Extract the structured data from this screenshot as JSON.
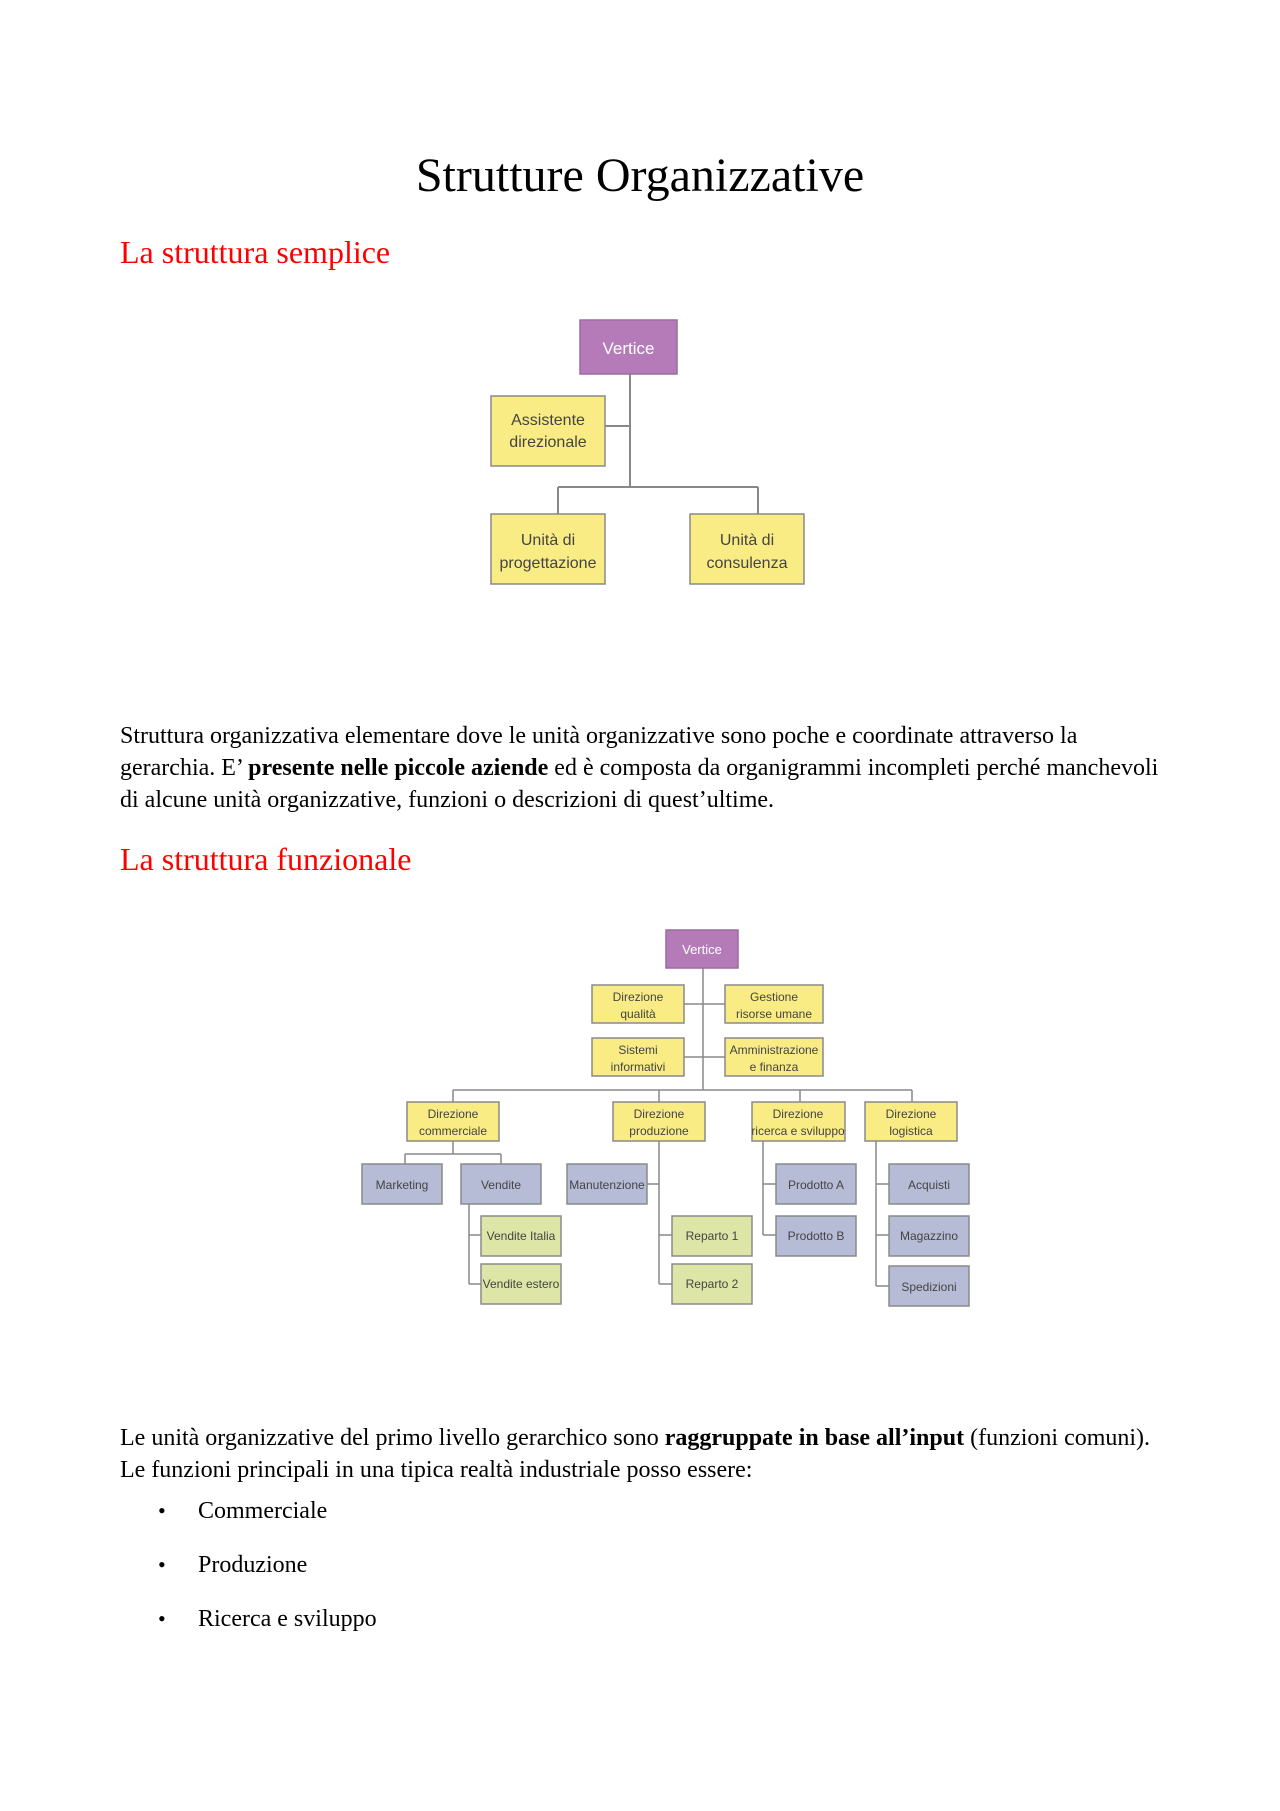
{
  "page": {
    "title": "Strutture Organizzative",
    "section1": {
      "heading": "La struttura semplice",
      "chart": {
        "top": "Vertice",
        "staff": [
          "Assistente",
          "direzionale"
        ],
        "unit1": [
          "Unità di",
          "progettazione"
        ],
        "unit2": [
          "Unità di",
          "consulenza"
        ]
      },
      "para_before": "Struttura organizzativa elementare dove le unità organizzative sono poche e coordinate attraverso la gerarchia. E’ ",
      "para_bold": "presente nelle piccole aziende",
      "para_after": " ed è composta da organigrammi incompleti perché manchevoli di alcune unità organizzative, funzioni o descrizioni di quest’ultime."
    },
    "section2": {
      "heading": "La struttura funzionale",
      "chart": {
        "top": "Vertice",
        "staff": {
          "qualita": [
            "Direzione",
            "qualità"
          ],
          "risorse": [
            "Gestione",
            "risorse umane"
          ],
          "sistemi": [
            "Sistemi",
            "informativi"
          ],
          "amministrazione": [
            "Amministrazione",
            "e finanza"
          ]
        },
        "dir_commerciale": [
          "Direzione",
          "commerciale"
        ],
        "dir_produzione": [
          "Direzione",
          "produzione"
        ],
        "dir_ricerca": [
          "Direzione",
          "ricerca e sviluppo"
        ],
        "dir_logistica": [
          "Direzione",
          "logistica"
        ],
        "marketing": "Marketing",
        "vendite": "Vendite",
        "vendite_italia": "Vendite Italia",
        "vendite_estero": "Vendite estero",
        "manutenzione": "Manutenzione",
        "reparto1": "Reparto 1",
        "reparto2": "Reparto 2",
        "prodotto_a": "Prodotto A",
        "prodotto_b": "Prodotto B",
        "acquisti": "Acquisti",
        "magazzino": "Magazzino",
        "spedizioni": "Spedizioni"
      },
      "para_before": "Le unità organizzative del primo livello gerarchico sono ",
      "para_bold": "raggruppate in base all’input",
      "para_after": " (funzioni comuni).  Le funzioni principali in una tipica realtà industriale posso essere:",
      "bullets": [
        "Commerciale",
        "Produzione",
        "Ricerca e sviluppo"
      ]
    },
    "colors": {
      "heading": "#ff0000",
      "vertice": "#b57bb9",
      "direzione": "#faec85",
      "operative": "#b6bcd6",
      "sub_units": "#dde6a6"
    }
  }
}
